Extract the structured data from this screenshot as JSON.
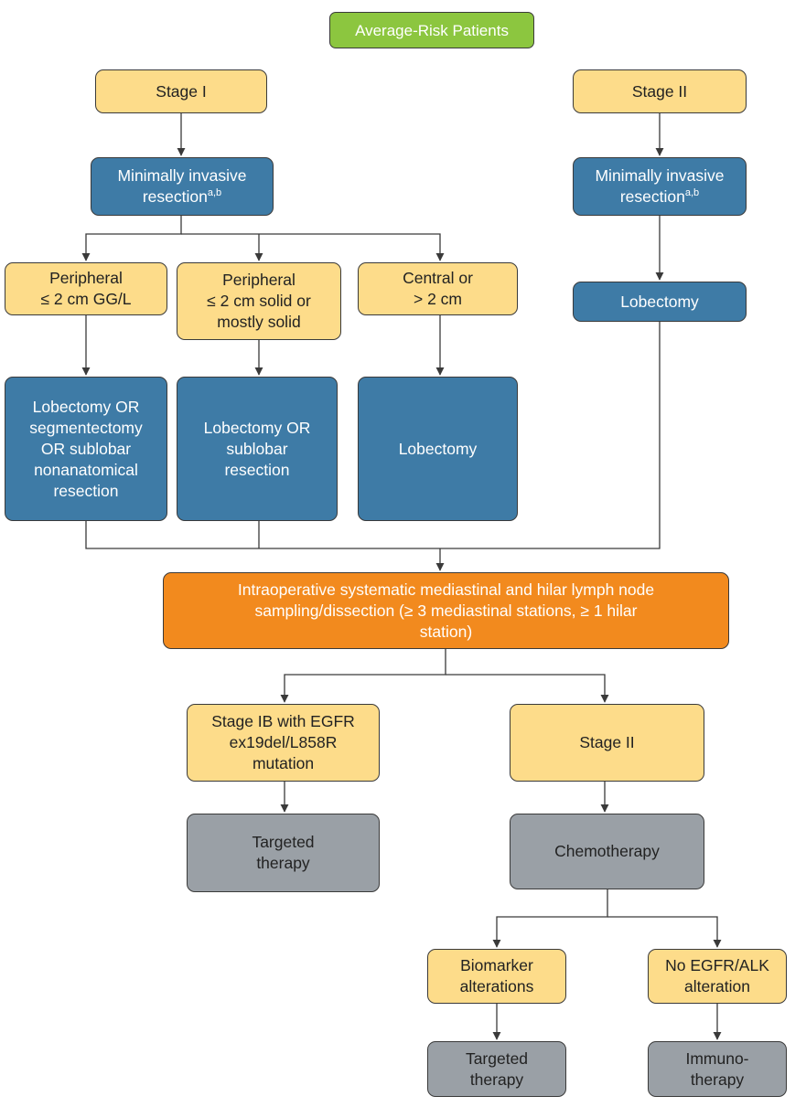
{
  "nodes": {
    "root": {
      "lines": [
        "Average-Risk Patients"
      ],
      "color": "#8cc63f"
    },
    "stage1": {
      "lines": [
        "Stage I"
      ]
    },
    "stage2_top": {
      "lines": [
        "Stage II"
      ]
    },
    "mis_left": {
      "lines": [
        "Minimally invasive"
      ],
      "last_line": "resection",
      "superscript": "a,b"
    },
    "mis_right": {
      "lines": [
        "Minimally invasive"
      ],
      "last_line": "resection",
      "superscript": "a,b"
    },
    "lobectomy_right": {
      "lines": [
        "Lobectomy"
      ]
    },
    "peripheral_gg": {
      "lines": [
        "Peripheral",
        "≤ 2 cm GG/L"
      ]
    },
    "peripheral_solid": {
      "lines": [
        "Peripheral",
        "≤ 2 cm solid or",
        "mostly solid"
      ]
    },
    "central": {
      "lines": [
        "Central or",
        "> 2 cm"
      ]
    },
    "resection_options_1": {
      "lines": [
        "Lobectomy OR",
        "segmentectomy",
        "OR sublobar",
        "nonanatomical",
        "resection"
      ]
    },
    "resection_options_2": {
      "lines": [
        "Lobectomy OR",
        "sublobar",
        "resection"
      ]
    },
    "lobectomy_central": {
      "lines": [
        "Lobectomy"
      ]
    },
    "lymph_node": {
      "lines": [
        "Intraoperative systematic mediastinal and hilar lymph node",
        "sampling/dissection (≥ 3 mediastinal stations, ≥ 1 hilar",
        "station)"
      ],
      "color": "#f28a1e"
    },
    "stage_ib_egfr": {
      "lines": [
        "Stage IB with EGFR",
        "ex19del/L858R",
        "mutation"
      ]
    },
    "stage2_bottom": {
      "lines": [
        "Stage II"
      ]
    },
    "targeted_left": {
      "lines": [
        "Targeted",
        "therapy"
      ]
    },
    "chemotherapy": {
      "lines": [
        "Chemotherapy"
      ]
    },
    "biomarker": {
      "lines": [
        "Biomarker",
        "alterations"
      ]
    },
    "no_egfr_alk": {
      "lines": [
        "No EGFR/ALK",
        "alteration"
      ]
    },
    "targeted_bottom": {
      "lines": [
        "Targeted",
        "therapy"
      ]
    },
    "immunotherapy": {
      "lines": [
        "Immuno-",
        "therapy"
      ]
    }
  },
  "colors": {
    "stage_box": "#fddc8a",
    "procedure_box": "#3e7ba6",
    "therapy_box": "#9aa0a6",
    "connector": "#3a3a3a"
  }
}
